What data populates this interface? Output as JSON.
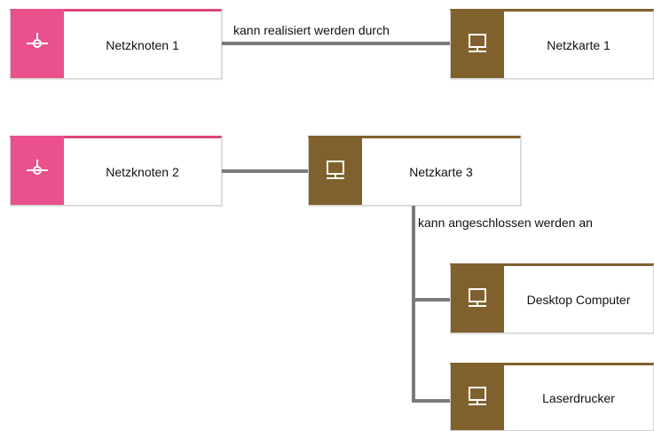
{
  "nodes": {
    "netzknoten1": {
      "label": "Netzknoten 1",
      "icon": "network-node-icon"
    },
    "netzkarte1": {
      "label": "Netzkarte 1",
      "icon": "computer-monitor-icon"
    },
    "netzknoten2": {
      "label": "Netzknoten 2",
      "icon": "network-node-icon"
    },
    "netzkarte3": {
      "label": "Netzkarte 3",
      "icon": "computer-monitor-icon"
    },
    "desktop": {
      "label": "Desktop Computer",
      "icon": "computer-monitor-icon"
    },
    "laser": {
      "label": "Laserdrucker",
      "icon": "computer-monitor-icon"
    }
  },
  "edges": {
    "realized_by": "kann realisiert werden durch",
    "connected_to": "kann angeschlossen werden an"
  },
  "colors": {
    "network_node": "#e9508c",
    "network_card": "#80612d",
    "edge": "#7a7a7a"
  }
}
